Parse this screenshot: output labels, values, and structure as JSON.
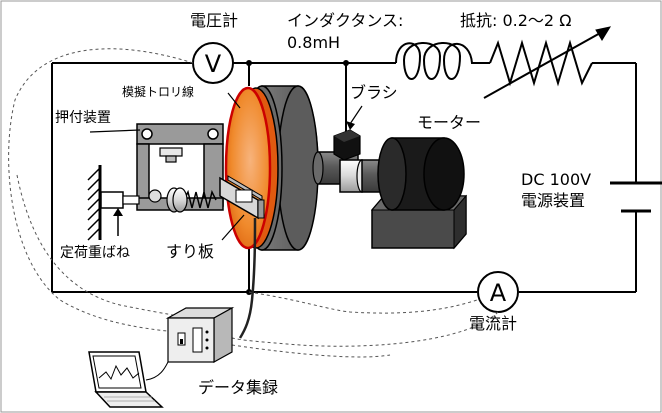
{
  "labels": {
    "voltmeter": "電圧計",
    "inductance": "インダクタンス:",
    "inductance_value": "0.8mH",
    "resistance": "抵抗: 0.2～2 Ω",
    "trolley_wire": "模擬トロリ線",
    "brush": "ブラシ",
    "motor": "モーター",
    "pressing_device": "押付装置",
    "dc_supply_line1": "DC 100V",
    "dc_supply_line2": "電源装置",
    "constant_load_spring": "定荷重ばね",
    "sliding_plate": "すり板",
    "ammeter": "電流計",
    "data_logger": "データ集録"
  },
  "meters": {
    "voltmeter_symbol": "V",
    "ammeter_symbol": "A"
  },
  "colors": {
    "trolley_wire_face": "#f08a2c",
    "trolley_wire_rim": "#e05a10",
    "trolley_wire_edge": "#cc0000",
    "wheel_gray": "#6e6e6e",
    "wheel_dark": "#4a4a4a",
    "motor_black": "#111111",
    "base_gray": "#3c3c3c"
  }
}
